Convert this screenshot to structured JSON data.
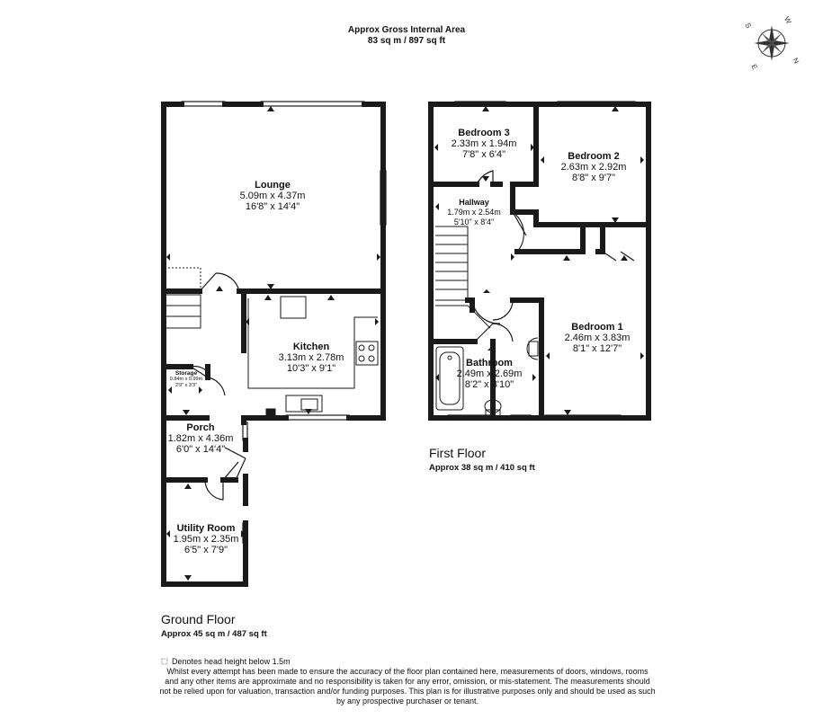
{
  "header": {
    "title": "Approx Gross Internal Area",
    "area": "83 sq m / 897 sq ft"
  },
  "compass": {
    "letters": [
      "W",
      "S",
      "E",
      "N"
    ]
  },
  "ground_floor": {
    "title": "Ground Floor",
    "area": "Approx 45 sq m / 487 sq ft",
    "rooms": {
      "lounge": {
        "name": "Lounge",
        "metric": "5.09m x 4.37m",
        "imperial": "16'8\" x 14'4\""
      },
      "kitchen": {
        "name": "Kitchen",
        "metric": "3.13m x 2.78m",
        "imperial": "10'3\" x 9'1\""
      },
      "storage": {
        "name": "Storage",
        "metric": "0.84m x 0.99m",
        "imperial": "2'9\" x 3'3\""
      },
      "porch": {
        "name": "Porch",
        "metric": "1.82m x 4.36m",
        "imperial": "6'0\" x 14'4\""
      },
      "utility": {
        "name": "Utility Room",
        "metric": "1.95m x 2.35m",
        "imperial": "6'5\" x 7'9\""
      }
    }
  },
  "first_floor": {
    "title": "First Floor",
    "area": "Approx 38 sq m / 410 sq ft",
    "rooms": {
      "bedroom3": {
        "name": "Bedroom 3",
        "metric": "2.33m x 1.94m",
        "imperial": "7'8\" x 6'4\""
      },
      "bedroom2": {
        "name": "Bedroom 2",
        "metric": "2.63m x 2.92m",
        "imperial": "8'8\" x 9'7\""
      },
      "hallway": {
        "name": "Hallway",
        "metric": "1.79m x 2.54m",
        "imperial": "5'10\" x 8'4\""
      },
      "bedroom1": {
        "name": "Bedroom 1",
        "metric": "2.46m x 3.83m",
        "imperial": "8'1\" x 12'7\""
      },
      "bathroom": {
        "name": "Bathroom",
        "metric": "2.49m x 2.69m",
        "imperial": "8'2\" x 8'10\""
      }
    }
  },
  "footer": {
    "legend": "Denotes head height below 1.5m",
    "disclaimer": "Whilst every attempt has been made to ensure the accuracy of the floor plan contained here, measurements of doors, windows, rooms and any other items are approximate and no responsibility is taken for any error, omission, or mis-statement. The measurements should not be relied upon for valuation, transaction and/or funding purposes. This plan is for illustrative purposes only and should be used as such by any prospective purchaser or tenant."
  }
}
